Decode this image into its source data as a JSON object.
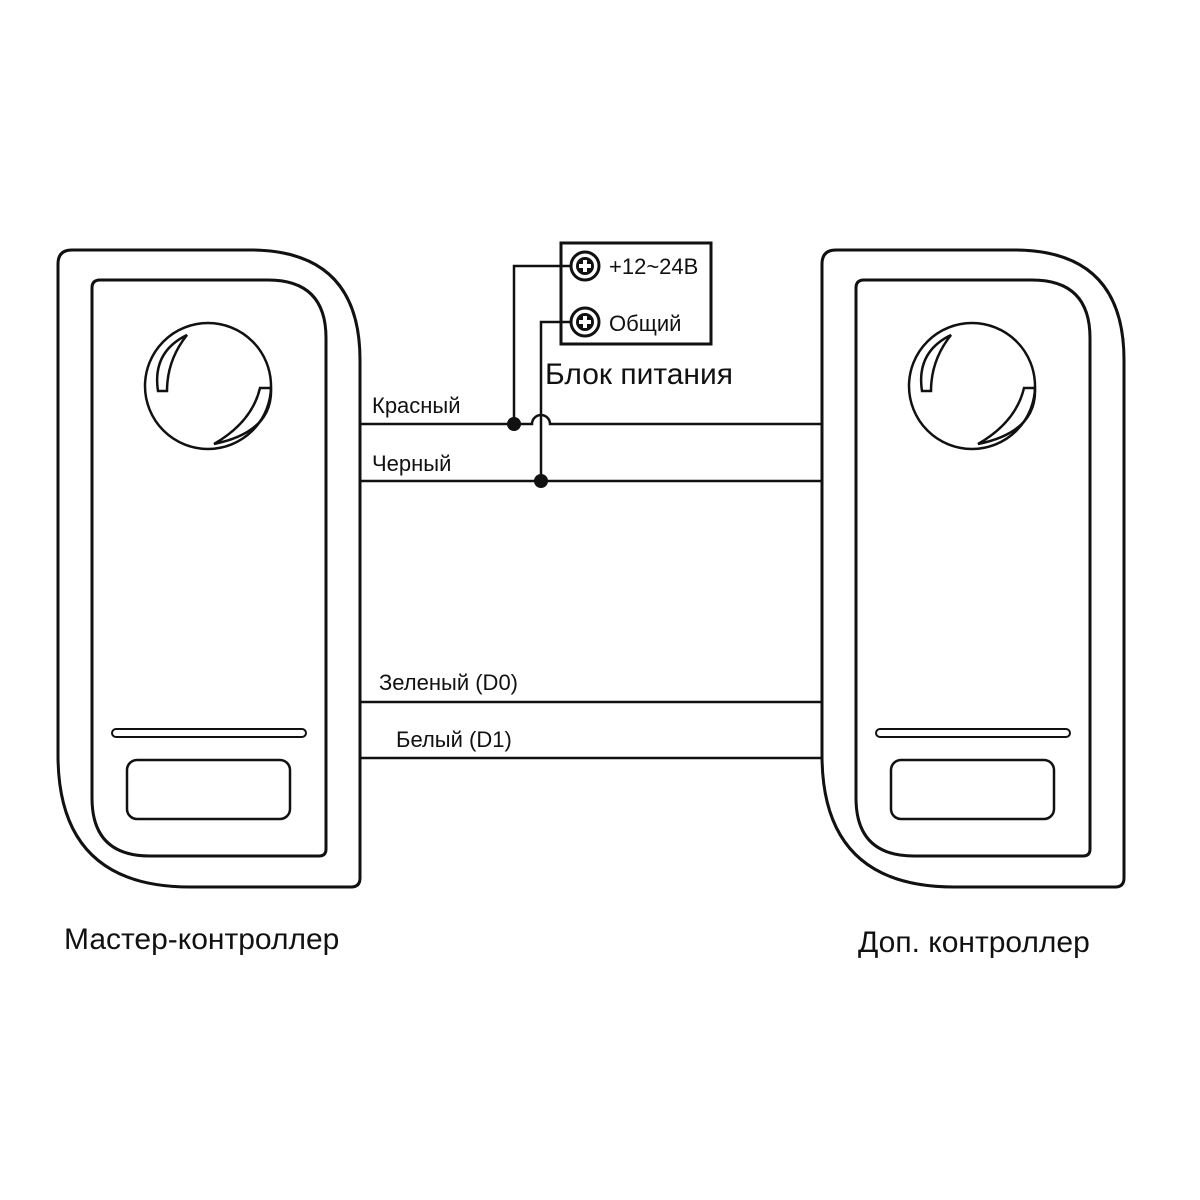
{
  "power_supply": {
    "title": "Блок питания",
    "terminals": [
      {
        "label": "+12~24В"
      },
      {
        "label": "Общий"
      }
    ]
  },
  "wires": [
    {
      "label": "Красный"
    },
    {
      "label": "Черный"
    },
    {
      "label": "Зеленый (D0)"
    },
    {
      "label": "Белый (D1)"
    }
  ],
  "devices": {
    "master": {
      "caption": "Мастер-контроллер"
    },
    "slave": {
      "caption": "Доп. контроллер"
    }
  },
  "colors": {
    "line": "#111111",
    "background": "#ffffff"
  }
}
